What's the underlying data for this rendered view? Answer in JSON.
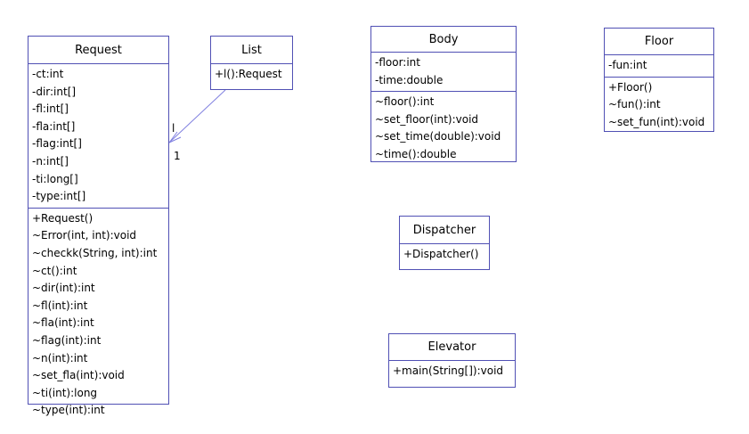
{
  "classes": {
    "request": {
      "name": "Request",
      "attributes": [
        "-ct:int",
        "-dir:int[]",
        "-fl:int[]",
        "-fla:int[]",
        "-flag:int[]",
        "-n:int[]",
        "-ti:long[]",
        "-type:int[]"
      ],
      "methods": [
        "+Request()",
        "~Error(int, int):void",
        "~checkk(String, int):int",
        "~ct():int",
        "~dir(int):int",
        "~fl(int):int",
        "~fla(int):int",
        "~flag(int):int",
        "~n(int):int",
        "~set_fla(int):void",
        "~ti(int):long",
        "~type(int):int"
      ]
    },
    "list": {
      "name": "List",
      "methods": [
        "+l():Request"
      ]
    },
    "body": {
      "name": "Body",
      "attributes": [
        "-floor:int",
        "-time:double"
      ],
      "methods": [
        "~floor():int",
        "~set_floor(int):void",
        "~set_time(double):void",
        "~time():double"
      ]
    },
    "floor": {
      "name": "Floor",
      "attributes": [
        "-fun:int"
      ],
      "methods": [
        "+Floor()",
        "~fun():int",
        "~set_fun(int):void"
      ]
    },
    "dispatcher": {
      "name": "Dispatcher",
      "methods": [
        "+Dispatcher()"
      ]
    },
    "elevator": {
      "name": "Elevator",
      "methods": [
        "+main(String[]):void"
      ]
    }
  },
  "association": {
    "role_label": "l",
    "multiplicity": "1",
    "color": "#8080e0"
  }
}
